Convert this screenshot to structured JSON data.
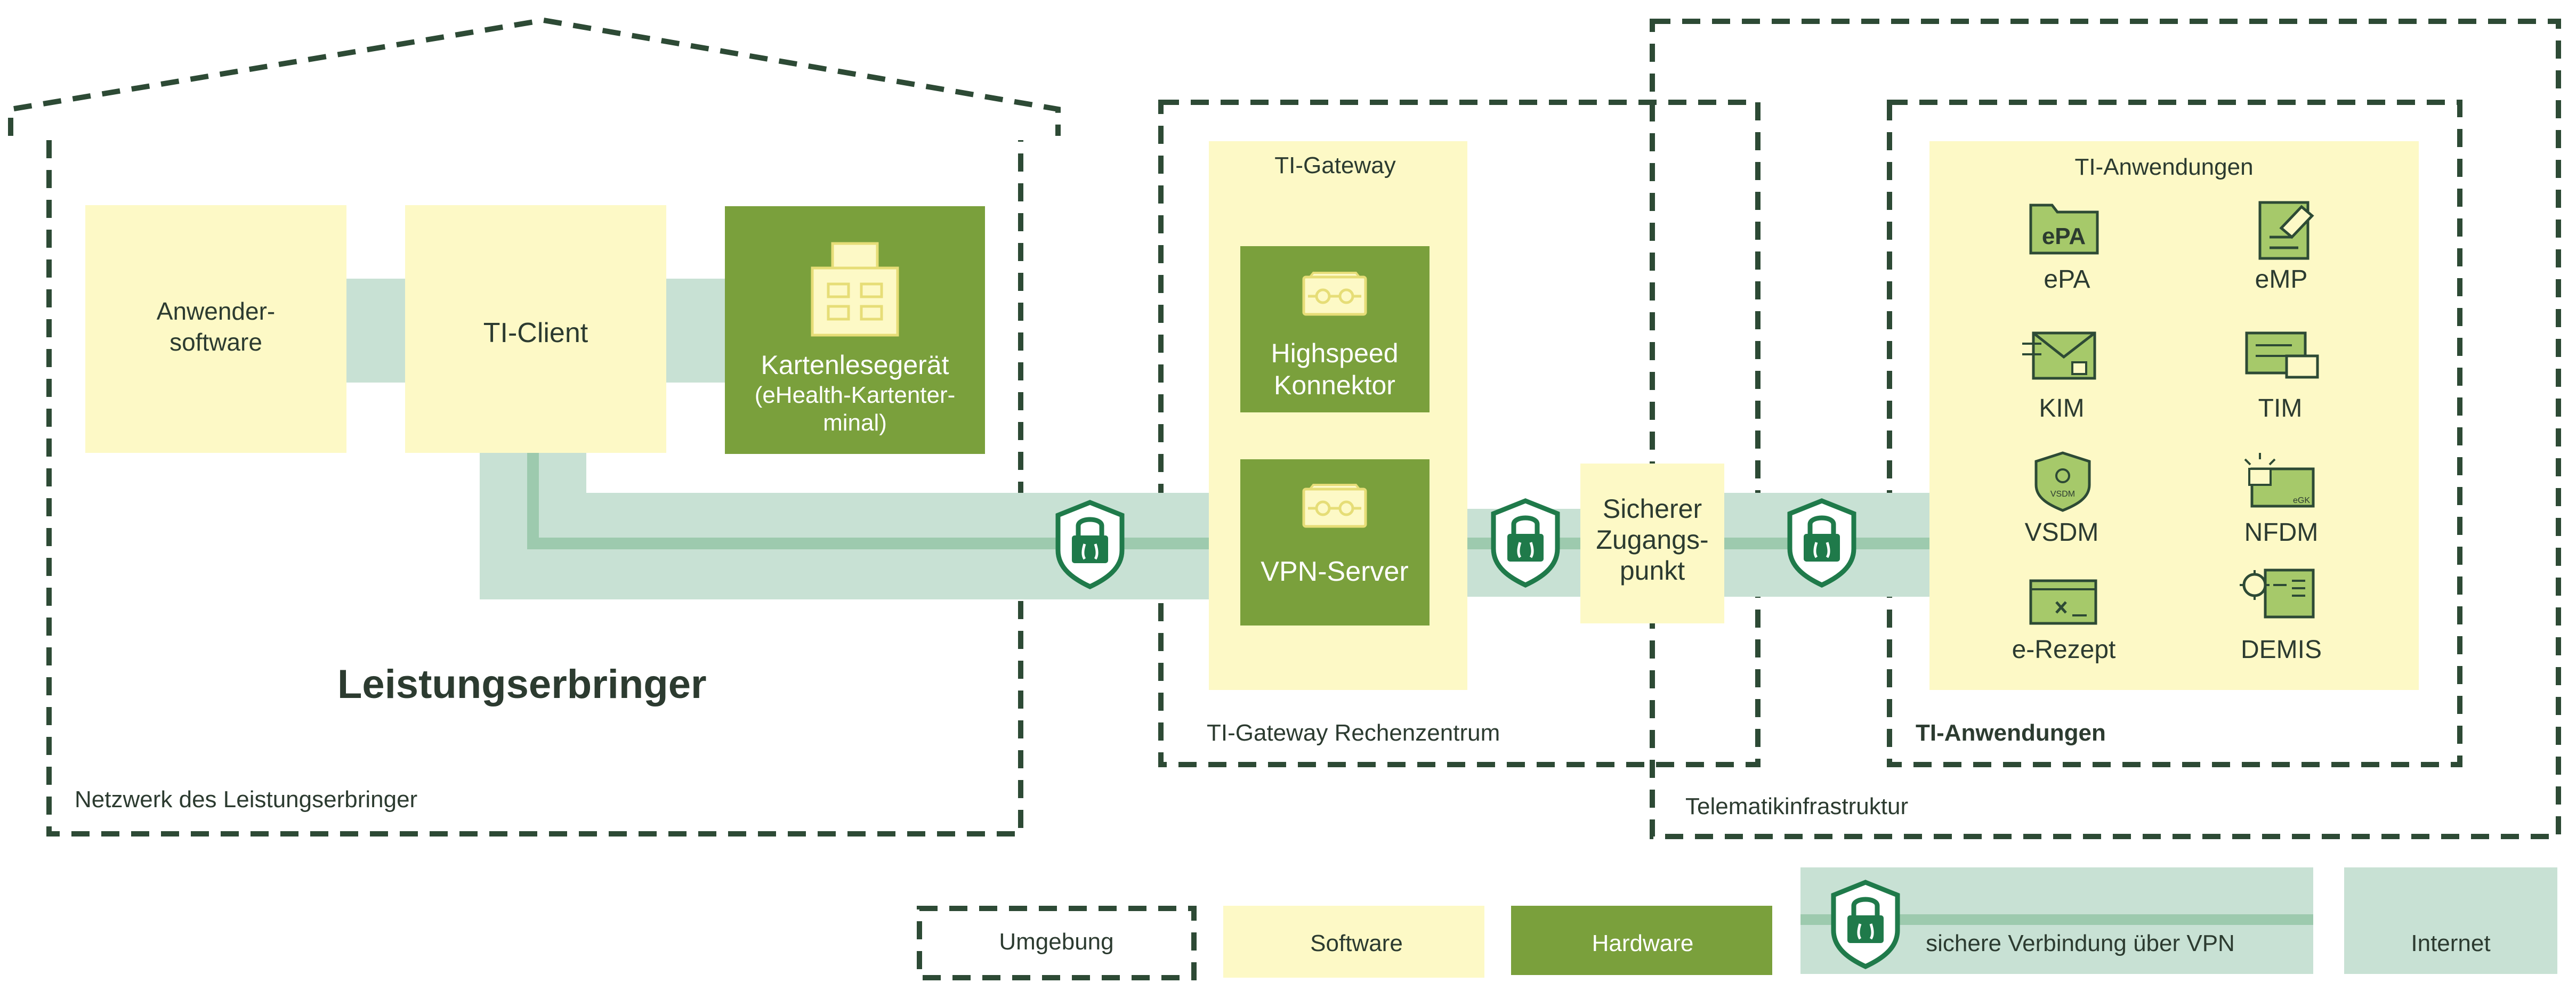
{
  "colors": {
    "software": "#fdf9c6",
    "hardware": "#7aa03c",
    "internet": "#c8e1d4",
    "vpn_line": "#9dcaae",
    "dark": "#2d4a35",
    "lock": "#1f7a4a"
  },
  "leistungserbringer": {
    "title": "Leistungserbringer",
    "network_label": "Netzwerk des Leistungserbringer",
    "anwendersoftware_l1": "Anwender-",
    "anwendersoftware_l2": "software",
    "ti_client": "TI-Client",
    "kartenleser_l1": "Kartenlesegerät",
    "kartenleser_l2": "(eHealth-Kartenter-",
    "kartenleser_l3": "minal)"
  },
  "gateway": {
    "title": "TI-Gateway",
    "rechenzentrum_label": "TI-Gateway Rechenzentrum",
    "konnektor_l1": "Highspeed",
    "konnektor_l2": "Konnektor",
    "vpn_server": "VPN-Server"
  },
  "zugangspunkt": {
    "l1": "Sicherer",
    "l2": "Zugangs-",
    "l3": "punkt"
  },
  "ti": {
    "label": "Telematikinfrastruktur",
    "apps_box_label": "TI-Anwendungen",
    "apps_title": "TI-Anwendungen",
    "apps": [
      {
        "name": "ePA",
        "icon": "folder-epa-icon"
      },
      {
        "name": "eMP",
        "icon": "document-pen-icon"
      },
      {
        "name": "KIM",
        "icon": "mail-lock-icon"
      },
      {
        "name": "TIM",
        "icon": "chat-icon"
      },
      {
        "name": "VSDM",
        "icon": "shield-vsdm-icon"
      },
      {
        "name": "NFDM",
        "icon": "emergency-card-icon"
      },
      {
        "name": "e-Rezept",
        "icon": "prescription-icon"
      },
      {
        "name": "DEMIS",
        "icon": "virus-report-icon"
      }
    ],
    "epa_icon_text": "ePA",
    "vsdm_icon_text": "VSDM",
    "nfdm_icon_text": "eGK"
  },
  "legend": {
    "umgebung": "Umgebung",
    "software": "Software",
    "hardware": "Hardware",
    "vpn": "sichere Verbindung über VPN",
    "internet": "Internet"
  }
}
